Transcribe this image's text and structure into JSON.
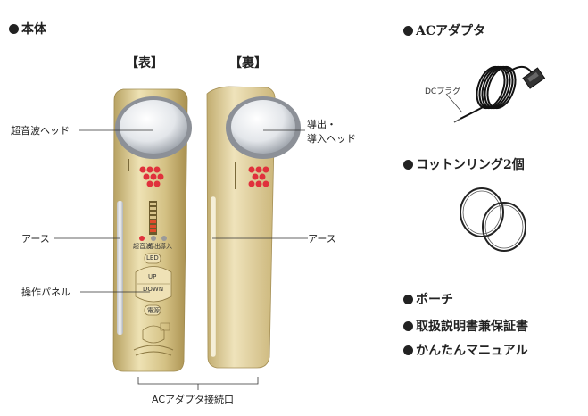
{
  "main_section": {
    "title": "本体"
  },
  "views": {
    "front": "【表】",
    "back": "【裏】"
  },
  "callouts": {
    "ultrasonic_head": "超音波ヘッド",
    "earth_left": "アース",
    "operation_panel": "操作パネル",
    "lead_head_line1": "導出・",
    "lead_head_line2": "導入ヘッド",
    "earth_right": "アース",
    "ac_port": "ACアダプタ接続口"
  },
  "device_labels": {
    "mode_clean": "超音波",
    "mode_lead_out": "導出",
    "mode_lead_in": "導入",
    "btn_led": "LED",
    "btn_up": "UP",
    "btn_down": "DOWN",
    "btn_power": "電源"
  },
  "accessories": {
    "ac_adapter": "ACアダプタ",
    "dc_plug": "DCプラグ",
    "cotton_ring": "コットンリング2個",
    "pouch": "ポーチ",
    "manual": "取扱説明書兼保証書",
    "quick_manual": "かんたんマニュアル"
  },
  "colors": {
    "gold_body": "#d8c78e",
    "gold_dark": "#b9a462",
    "metal": "#d9dde2",
    "led_red": "#e0313c"
  }
}
